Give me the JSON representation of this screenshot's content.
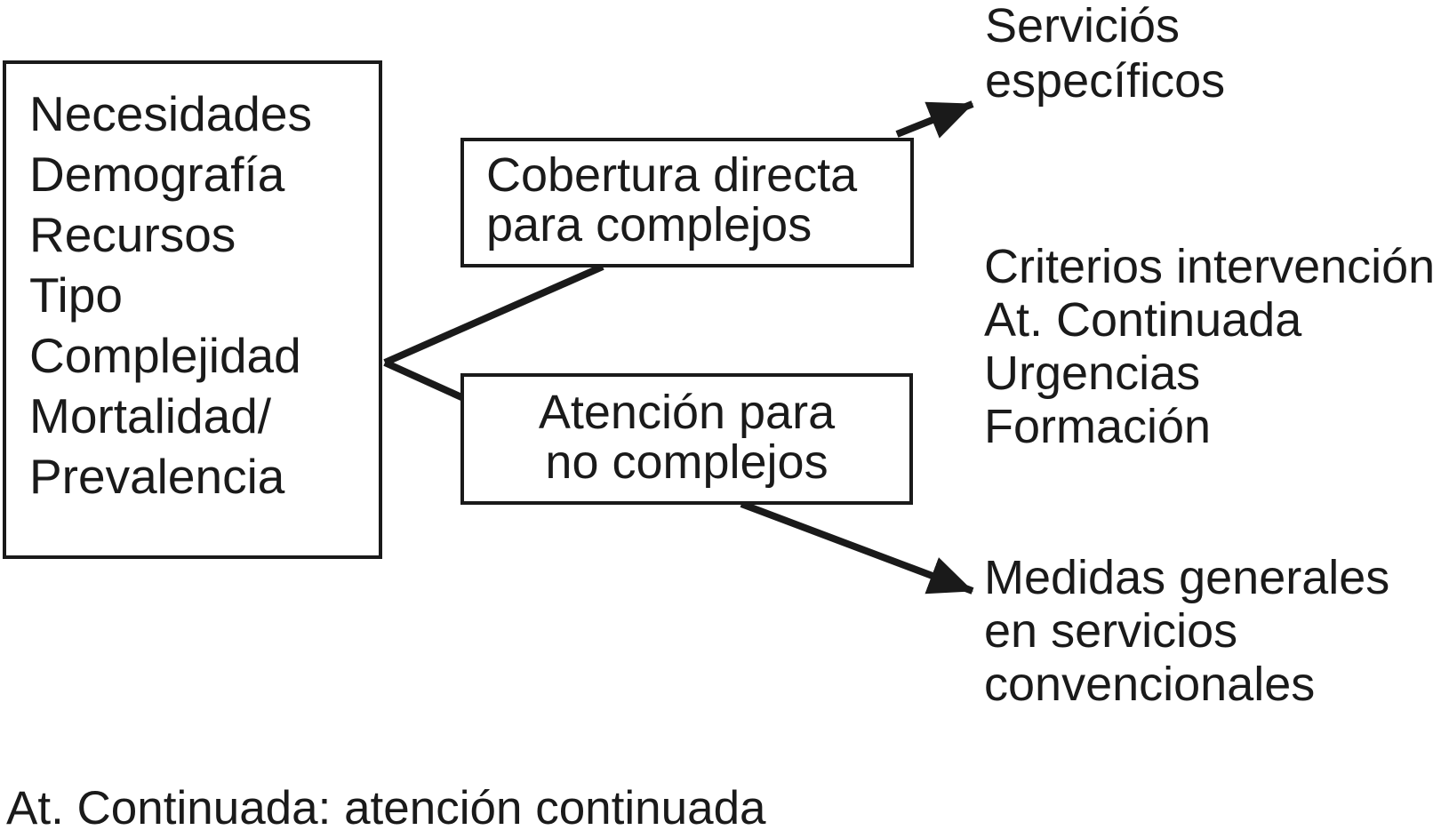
{
  "diagram": {
    "left_box": {
      "lines": [
        "Necesidades",
        "Demografía",
        "Recursos",
        "Tipo",
        "Complejidad",
        "Mortalidad/",
        "Prevalencia"
      ]
    },
    "branch_boxes": {
      "cobertura": {
        "lines": [
          "Cobertura directa",
          "para complejos"
        ]
      },
      "atencion": {
        "lines": [
          "Atención para",
          "no complejos"
        ]
      }
    },
    "outcomes": {
      "servicios": {
        "lines": [
          "Serviciós",
          "específicos"
        ]
      },
      "criterios": {
        "lines": [
          "Criterios intervención",
          "At. Continuada",
          "Urgencias",
          "Formación"
        ]
      },
      "medidas": {
        "lines": [
          "Medidas generales",
          "en servicios",
          "convencionales"
        ]
      }
    },
    "footnote": "At. Continuada: atención continuada",
    "colors": {
      "ink": "#1a1a1a",
      "background": "#ffffff"
    }
  }
}
